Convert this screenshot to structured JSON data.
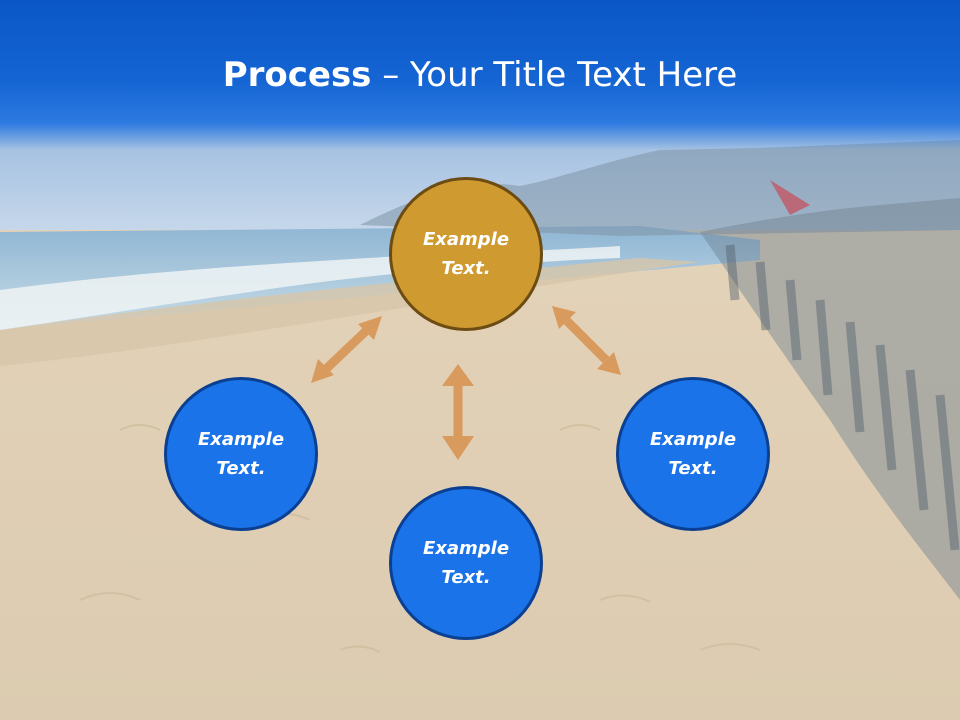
{
  "slide": {
    "title_strong": "Process",
    "title_rest": " – Your Title Text Here"
  },
  "process": {
    "center": {
      "text": "Example Text."
    },
    "left": {
      "text": "Example Text."
    },
    "bottom": {
      "text": "Example Text."
    },
    "right": {
      "text": "Example Text."
    }
  },
  "colors": {
    "header_blue": "#0a56c6",
    "circle_blue": "#1a73e8",
    "circle_gold": "#cf9a2f",
    "arrow": "#d99a5e"
  },
  "icons": {
    "connector": "double-headed-arrow"
  }
}
